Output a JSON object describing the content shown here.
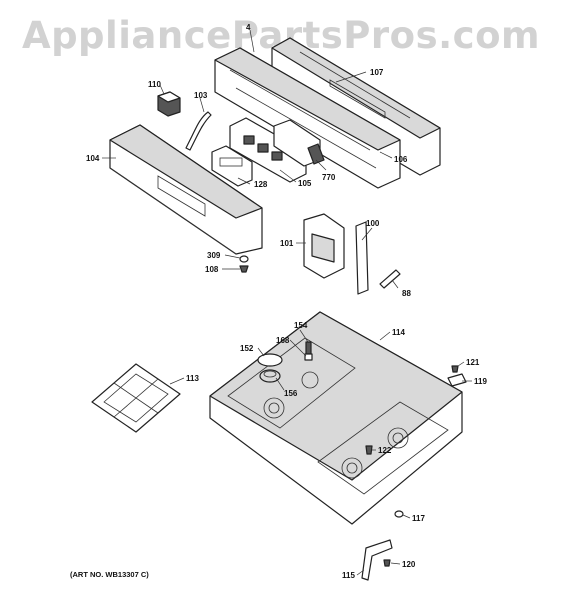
{
  "watermark": "AppliancePartsPros.com",
  "art_number": "(ART NO. WB13307 C)",
  "callouts": {
    "c4": "4",
    "c107": "107",
    "c110": "110",
    "c103": "103",
    "c104": "104",
    "c128": "128",
    "c105": "105",
    "c770": "770",
    "c106": "106",
    "c100": "100",
    "c101": "101",
    "c309": "309",
    "c108": "108",
    "c88": "88",
    "c154": "154",
    "c114": "114",
    "c152": "152",
    "c168": "168",
    "c121": "121",
    "c113": "113",
    "c156": "156",
    "c119": "119",
    "c122": "122",
    "c117": "117",
    "c120": "120",
    "c115": "115"
  }
}
